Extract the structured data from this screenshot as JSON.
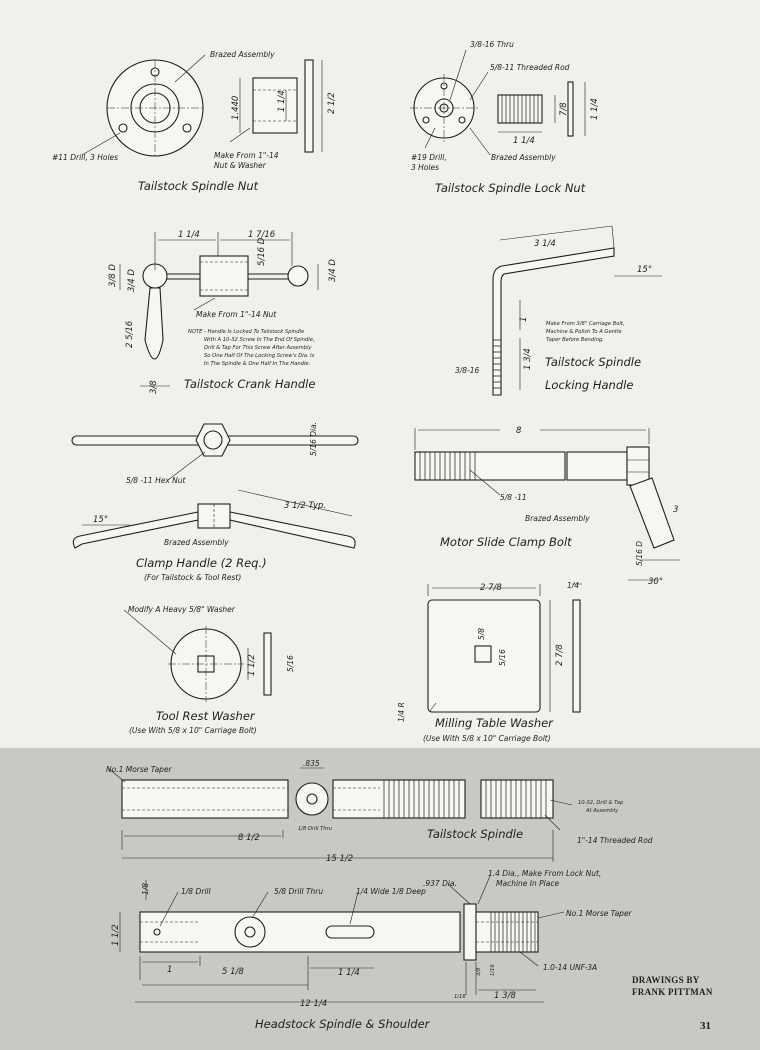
{
  "drawings": {
    "tailstock_spindle_nut": {
      "title": "Tailstock Spindle Nut",
      "brazed": "Brazed Assembly",
      "drill": "#11 Drill, 3 Holes",
      "make_line1": "Make From 1\"-14",
      "make_line2": "Nut & Washer",
      "dim_a": "1.440",
      "dim_b": "1 1/4",
      "dim_c": "2 1/2"
    },
    "tailstock_spindle_lock_nut": {
      "title": "Tailstock Spindle Lock Nut",
      "thru": "3/8-16 Thru",
      "rod": "5/8-11 Threaded Rod",
      "drill_line1": "#19 Drill,",
      "drill_line2": "3 Holes",
      "brazed": "Brazed Assembly",
      "dim_a": "1 1/4",
      "dim_b": "1 1/4",
      "dim_c": "7/8"
    },
    "tailstock_crank_handle": {
      "title": "Tailstock Crank Handle",
      "make": "Make From 1\"-14 Nut",
      "dim_a": "1 1/4",
      "dim_b": "1 7/16",
      "dim_c": "2 5/16",
      "dim_d": "3/8 D",
      "dim_e": "3/4 D",
      "dim_f": "3/4 D",
      "dim_g": "5/16 D",
      "dim_h": "3/8",
      "note1": "NOTE - Handle Is Locked To Tailstock Spindle",
      "note2": "With A 10-32 Screw In The End Of Spindle,",
      "note3": "Drill & Tap For This Screw After Assembly",
      "note4": "So One Half Of The Locking Screw's Dia. Is",
      "note5": "In The Spindle & One Half In The Handle."
    },
    "tailstock_spindle_locking_handle": {
      "title1": "Tailstock Spindle",
      "title2": "Locking Handle",
      "dim_a": "3 1/4",
      "dim_b": "1",
      "dim_c": "1 3/4",
      "angle": "15°",
      "thread": "3/8-16",
      "note1": "Make From 3/8\" Carriage Bolt,",
      "note2": "Machine & Polish To A Gentle",
      "note3": "Taper Before Bending."
    },
    "clamp_handle": {
      "title": "Clamp Handle (2 Req.)",
      "subtitle": "(For Tailstock & Tool Rest)",
      "hexnut": "5/8 -11 Hex Nut",
      "dia": "5/16 Dia.",
      "typ": "3 1/2 Typ.",
      "angle": "15°",
      "brazed": "Brazed Assembly"
    },
    "motor_slide_clamp_bolt": {
      "title": "Motor Slide Clamp Bolt",
      "dim_len": "8",
      "thread": "5/8 -11",
      "brazed": "Brazed Assembly",
      "dim_3": "3",
      "dia": "5/16 D",
      "angle": "30°"
    },
    "tool_rest_washer": {
      "title": "Tool Rest Washer",
      "subtitle": "(Use With 5/8 x 10\" Carriage Bolt)",
      "modify": "Modify A Heavy 5/8\" Washer",
      "dim_a": "1 1/2",
      "dim_b": "5/16"
    },
    "milling_table_washer": {
      "title": "Milling Table Washer",
      "subtitle": "(Use With 5/8 x 10\" Carriage Bolt)",
      "dim_a": "2 7/8",
      "dim_b": "2 7/8",
      "dim_c": "1/4",
      "dim_d": "5/8",
      "dim_e": "5/16",
      "radius": "1/4 R"
    },
    "tailstock_spindle": {
      "title": "Tailstock Spindle",
      "morse": "No.1 Morse Taper",
      "dia": ".835",
      "drill": "1/8 Drill Thru",
      "tap1": "10-32, Drill & Tap",
      "tap2": "At Assembly",
      "dim_a": "8 1/2",
      "dim_b": "15 1/2",
      "thread": "1\"-14 Threaded Rod"
    },
    "headstock_spindle": {
      "title": "Headstock Spindle & Shoulder",
      "drill1": "1/8 Drill",
      "drill2": "5/8 Drill Thru",
      "wide": "1/4 Wide 1/8 Deep",
      "dia937": ".937 Dia.",
      "make1": "1.4 Dia., Make From Lock Nut,",
      "make2": "Machine In Place",
      "morse": "No.1 Morse Taper",
      "unf": "1.0-14 UNF-3A",
      "dim_a": "1 1/2",
      "dim_b": "1",
      "dim_c": "5 1/8",
      "dim_d": "1 1/4",
      "dim_e": "12 1/4",
      "dim_f": "1/16",
      "dim_g": "1 3/8",
      "dim_h": "1/8",
      "dim_i": "3/8",
      "dim_j": "1/16"
    }
  },
  "credit": {
    "line1": "DRAWINGS BY",
    "line2": "FRANK PITTMAN"
  },
  "page_number": "31"
}
